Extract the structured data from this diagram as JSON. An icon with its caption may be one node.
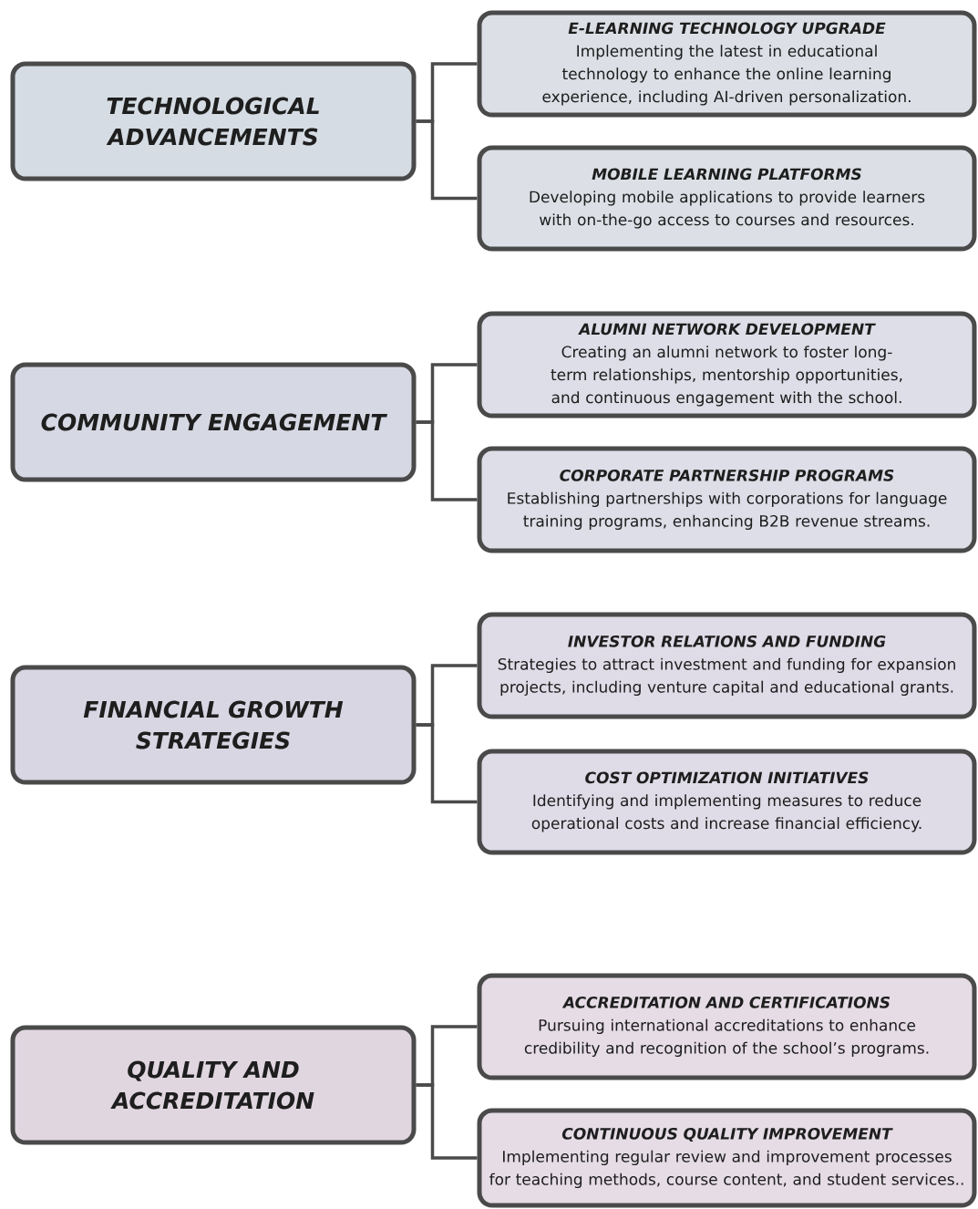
{
  "diagram": {
    "nodes": [
      {
        "text": [
          "TECHNOLOGICAL ADVANCEMENTS"
        ]
      },
      {
        "text": [
          "E-LEARNING TECHNOLOGY UPGRADE",
          "Implementing the latest in educational technology to enhance the online learning experience, including AI-driven personalization."
        ]
      },
      {
        "text": [
          "MOBILE LEARNING PLATFORMS",
          "Developing mobile applications to provide learners with on-the-go access to courses and resources."
        ]
      },
      {
        "text": [
          "COMMUNITY ENGAGEMENT"
        ]
      },
      {
        "text": [
          "ALUMNI NETWORK DEVELOPMENT",
          "Creating an alumni network to foster long-term relationships, mentorship opportunities, and continuous engagement with the school."
        ]
      },
      {
        "text": [
          "CORPORATE PARTNERSHIP PROGRAMS",
          "Establishing partnerships with corporations for language training programs, enhancing B2B revenue streams."
        ]
      },
      {
        "text": [
          "FINANCIAL GROWTH STRATEGIES"
        ]
      },
      {
        "text": [
          "INVESTOR RELATIONS AND FUNDING",
          "Strategies to attract investment and funding for expansion projects, including venture capital and educational grants."
        ]
      },
      {
        "text": [
          "COST OPTIMIZATION INITIATIVES",
          "Identifying and implementing measures to reduce operational costs and increase financial efficiency."
        ]
      },
      {
        "text": [
          "QUALITY AND ACCREDITATION"
        ]
      },
      {
        "text": [
          "ACCREDITATION AND CERTIFICATIONS",
          "Pursuing international accreditations to enhance credibility and recognition of the school’s programs."
        ]
      },
      {
        "text": [
          "CONTINUOUS QUALITY IMPROVEMENT",
          "Implementing regular review and improvement processes for teaching methods, course content, and student services.."
        ]
      }
    ],
    "edges": [
      {
        "from": 0,
        "to": 1,
        "arrow": "none"
      },
      {
        "from": 0,
        "to": 2,
        "arrow": "none"
      },
      {
        "from": 3,
        "to": 4,
        "arrow": "none"
      },
      {
        "from": 3,
        "to": 5,
        "arrow": "none"
      },
      {
        "from": 6,
        "to": 7,
        "arrow": "none"
      },
      {
        "from": 6,
        "to": 8,
        "arrow": "none"
      },
      {
        "from": 9,
        "to": 10,
        "arrow": "none"
      },
      {
        "from": 9,
        "to": 11,
        "arrow": "none"
      }
    ]
  }
}
